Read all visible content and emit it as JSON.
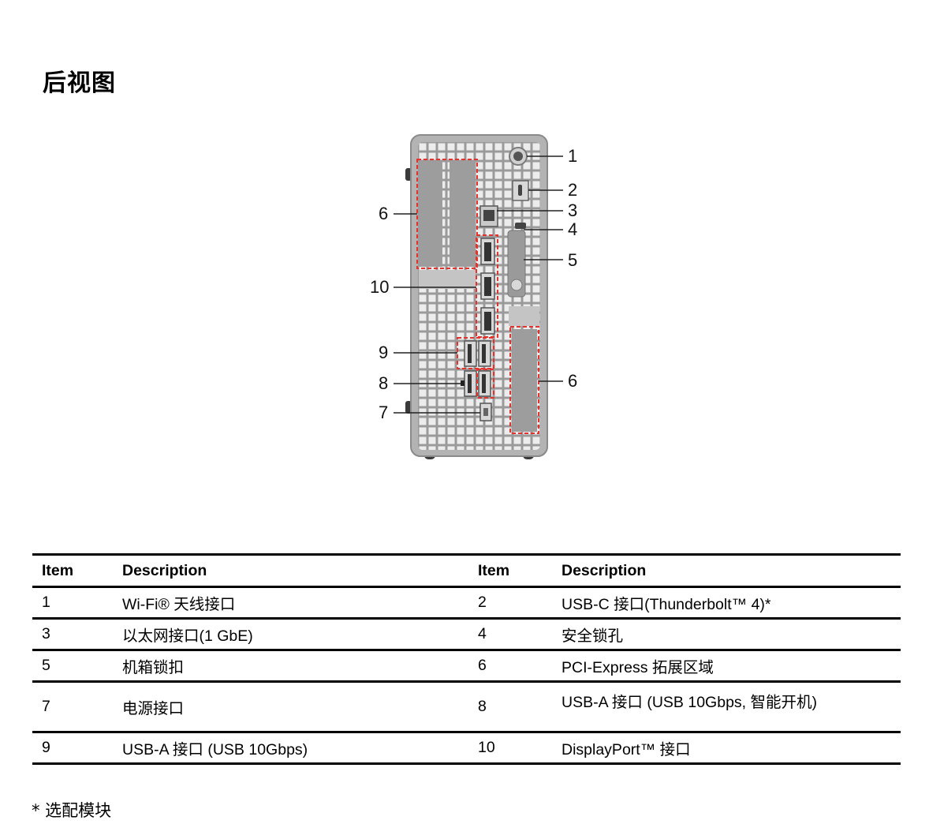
{
  "page": {
    "title": "后视图"
  },
  "diagram": {
    "callouts": [
      {
        "num": "1",
        "side": "right"
      },
      {
        "num": "2",
        "side": "right"
      },
      {
        "num": "3",
        "side": "right"
      },
      {
        "num": "4",
        "side": "right"
      },
      {
        "num": "5",
        "side": "right"
      },
      {
        "num": "6",
        "side": "right"
      },
      {
        "num": "6",
        "side": "left"
      },
      {
        "num": "10",
        "side": "left"
      },
      {
        "num": "9",
        "side": "left"
      },
      {
        "num": "8",
        "side": "left"
      },
      {
        "num": "7",
        "side": "left"
      }
    ],
    "colors": {
      "chassis": "#b3b3b3",
      "grille": "#eaeaea",
      "callout_box": "#e5322d"
    }
  },
  "table": {
    "headers": {
      "item": "Item",
      "description": "Description"
    },
    "rows": [
      [
        {
          "item": "1",
          "desc": "Wi-Fi® 天线接口"
        },
        {
          "item": "2",
          "desc": "USB-C 接口(Thunderbolt™ 4)*"
        }
      ],
      [
        {
          "item": "3",
          "desc": "以太网接口(1 GbE)"
        },
        {
          "item": "4",
          "desc": "安全锁孔"
        }
      ],
      [
        {
          "item": "5",
          "desc": "机箱锁扣"
        },
        {
          "item": "6",
          "desc": "PCI-Express 拓展区域"
        }
      ],
      [
        {
          "item": "7",
          "desc": "电源接口"
        },
        {
          "item": "8",
          "desc": "USB-A 接口 (USB 10Gbps, 智能开机)"
        }
      ],
      [
        {
          "item": "9",
          "desc": "USB-A 接口 (USB 10Gbps)"
        },
        {
          "item": "10",
          "desc": "DisplayPort™ 接口"
        }
      ]
    ]
  },
  "footnote": "* 选配模块"
}
